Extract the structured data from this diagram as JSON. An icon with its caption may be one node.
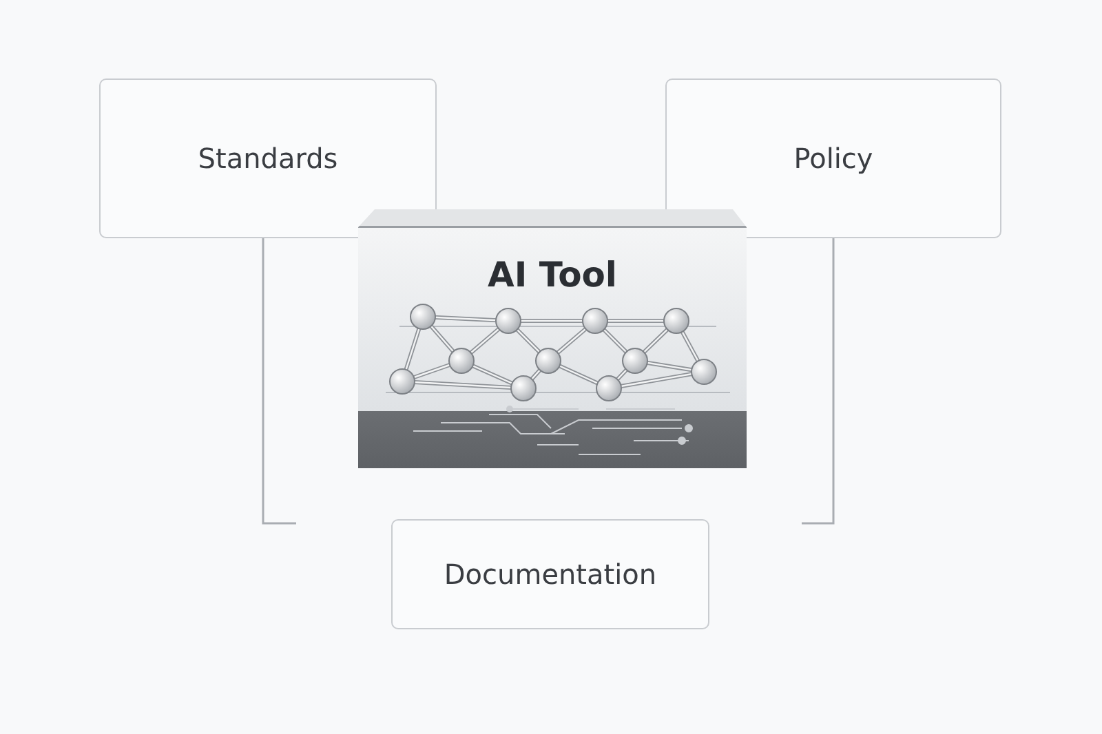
{
  "diagram": {
    "nodes": [
      {
        "text": [
          "Standards"
        ]
      },
      {
        "text": [
          "Policy"
        ]
      },
      {
        "text": [
          "AI Tool"
        ]
      },
      {
        "text": [
          "Documentation"
        ]
      }
    ]
  }
}
